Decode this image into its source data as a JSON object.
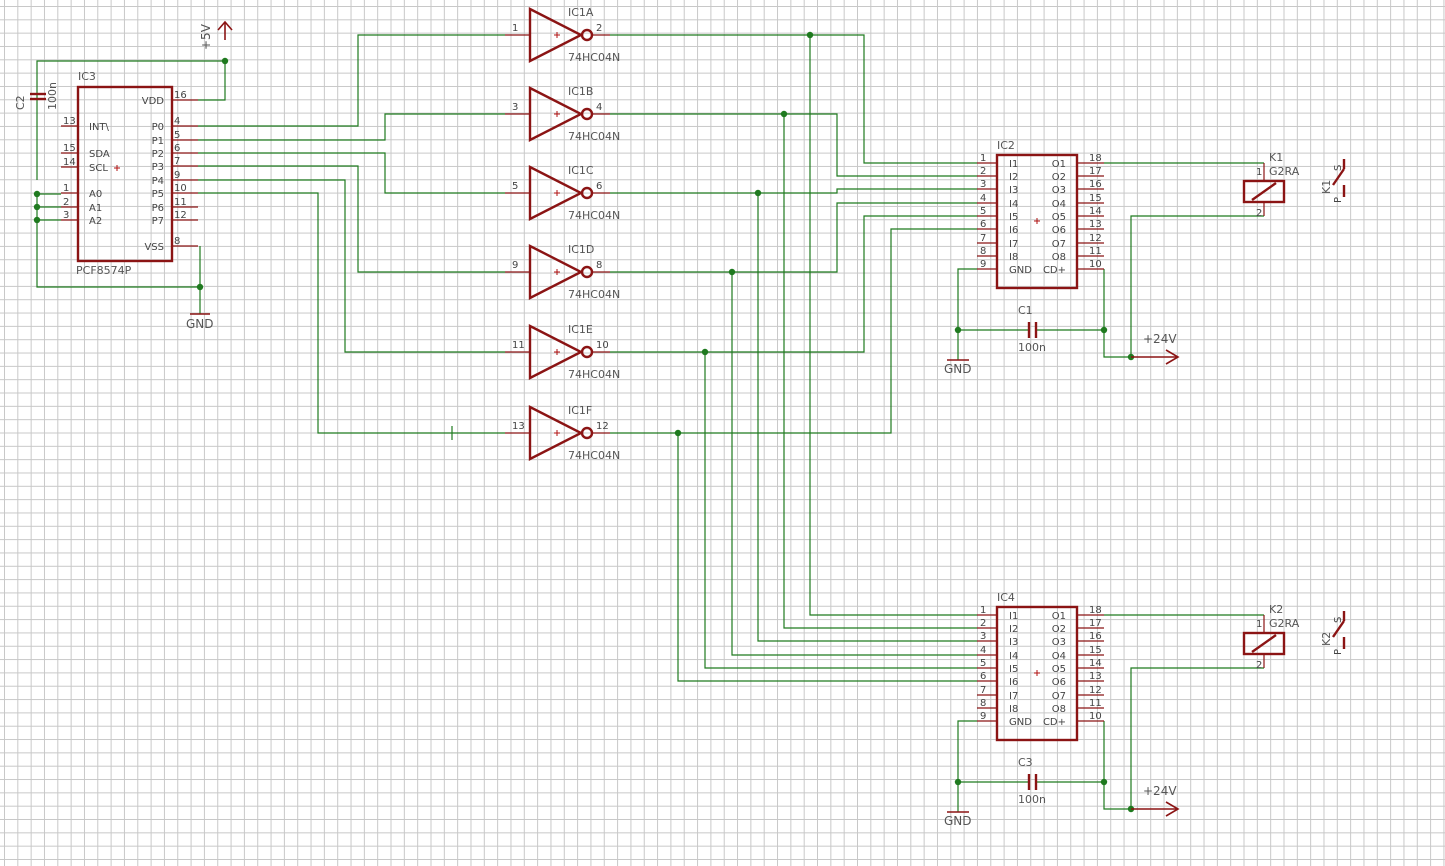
{
  "ic3": {
    "name": "IC3",
    "value": "PCF8574P",
    "left_pins": [
      {
        "num": "13",
        "label": "INT\\"
      },
      {
        "num": "15",
        "label": "SDA"
      },
      {
        "num": "14",
        "label": "SCL"
      },
      {
        "num": "1",
        "label": "A0"
      },
      {
        "num": "2",
        "label": "A1"
      },
      {
        "num": "3",
        "label": "A2"
      }
    ],
    "right_pins": [
      {
        "num": "16",
        "label": "VDD"
      },
      {
        "num": "4",
        "label": "P0"
      },
      {
        "num": "5",
        "label": "P1"
      },
      {
        "num": "6",
        "label": "P2"
      },
      {
        "num": "7",
        "label": "P3"
      },
      {
        "num": "9",
        "label": "P4"
      },
      {
        "num": "10",
        "label": "P5"
      },
      {
        "num": "11",
        "label": "P6"
      },
      {
        "num": "12",
        "label": "P7"
      },
      {
        "num": "8",
        "label": "VSS"
      }
    ]
  },
  "c2": {
    "name": "C2",
    "value": "100n"
  },
  "supplies": {
    "plus5v": "+5V",
    "gnd": "GND",
    "plus24v": "+24V"
  },
  "inverters": [
    {
      "name": "IC1A",
      "value": "74HC04N",
      "in_pin": "1",
      "out_pin": "2"
    },
    {
      "name": "IC1B",
      "value": "74HC04N",
      "in_pin": "3",
      "out_pin": "4"
    },
    {
      "name": "IC1C",
      "value": "74HC04N",
      "in_pin": "5",
      "out_pin": "6"
    },
    {
      "name": "IC1D",
      "value": "74HC04N",
      "in_pin": "9",
      "out_pin": "8"
    },
    {
      "name": "IC1E",
      "value": "74HC04N",
      "in_pin": "11",
      "out_pin": "10"
    },
    {
      "name": "IC1F",
      "value": "74HC04N",
      "in_pin": "13",
      "out_pin": "12"
    }
  ],
  "drivers": [
    {
      "name": "IC2",
      "cap_name": "C1",
      "cap_value": "100n",
      "relay_name": "K1",
      "relay_value": "G2RA"
    },
    {
      "name": "IC4",
      "cap_name": "C3",
      "cap_value": "100n",
      "relay_name": "K2",
      "relay_value": "G2RA"
    }
  ],
  "driver_left_pins": [
    {
      "num": "1",
      "label": "I1"
    },
    {
      "num": "2",
      "label": "I2"
    },
    {
      "num": "3",
      "label": "I3"
    },
    {
      "num": "4",
      "label": "I4"
    },
    {
      "num": "5",
      "label": "I5"
    },
    {
      "num": "6",
      "label": "I6"
    },
    {
      "num": "7",
      "label": "I7"
    },
    {
      "num": "8",
      "label": "I8"
    },
    {
      "num": "9",
      "label": "GND"
    }
  ],
  "driver_right_pins": [
    {
      "num": "18",
      "label": "O1"
    },
    {
      "num": "17",
      "label": "O2"
    },
    {
      "num": "16",
      "label": "O3"
    },
    {
      "num": "15",
      "label": "O4"
    },
    {
      "num": "14",
      "label": "O5"
    },
    {
      "num": "13",
      "label": "O6"
    },
    {
      "num": "12",
      "label": "O7"
    },
    {
      "num": "11",
      "label": "O8"
    },
    {
      "num": "10",
      "label": "CD+"
    }
  ],
  "relay_pins": {
    "coil1": "1",
    "coil2": "2",
    "contact_p": "P",
    "contact_s": "S"
  }
}
